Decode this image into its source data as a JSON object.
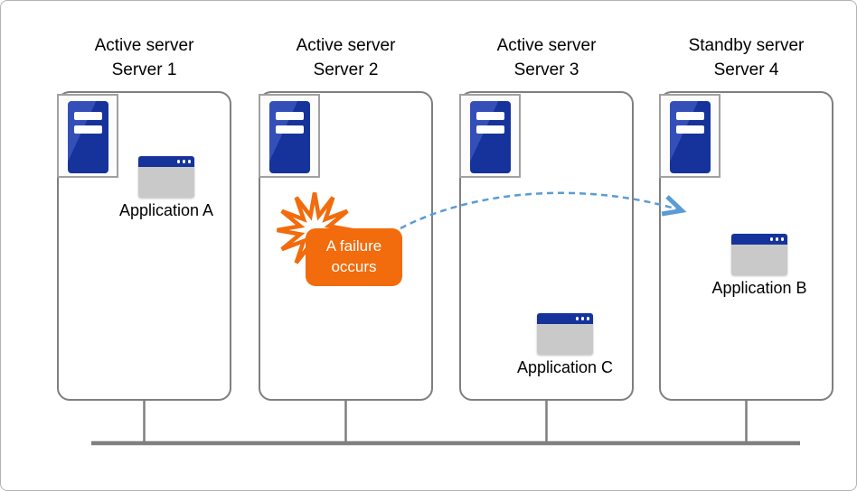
{
  "servers": [
    {
      "role_label": "Active server",
      "name_label": "Server 1",
      "app_label": "Application A"
    },
    {
      "role_label": "Active server",
      "name_label": "Server 2"
    },
    {
      "role_label": "Active server",
      "name_label": "Server 3",
      "app_label": "Application C"
    },
    {
      "role_label": "Standby server",
      "name_label": "Server 4",
      "app_label": "Application B"
    }
  ],
  "failure": {
    "label": "A failure occurs"
  },
  "icons": {
    "server": "server-tower-icon",
    "application": "app-window-icon",
    "burst": "explosion-burst-icon",
    "failover": "failover-arrow"
  },
  "colors": {
    "server_blue": "#16339b",
    "accent_orange": "#f26b0c",
    "arrow_blue": "#5b9bd5",
    "line_gray": "#7f7f7f"
  }
}
